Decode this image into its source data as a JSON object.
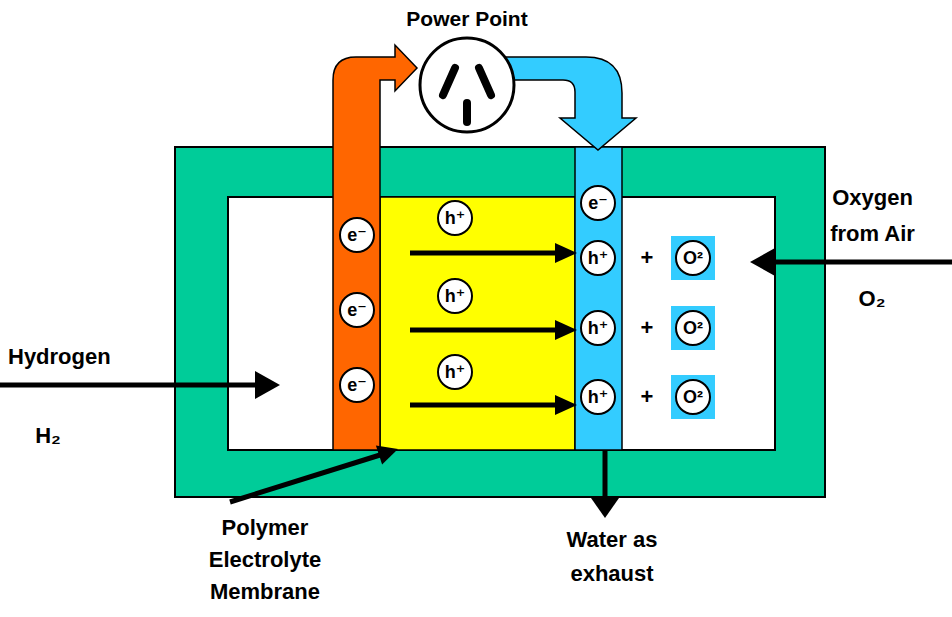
{
  "diagram": {
    "nodes": [
      {
        "text": [
          "Power Point"
        ]
      },
      {
        "text": [
          "e⁻"
        ]
      },
      {
        "text": [
          "h⁺"
        ]
      },
      {
        "text": [
          "e⁻"
        ]
      },
      {
        "text": [
          "h⁺"
        ]
      },
      {
        "text": [
          "O²"
        ]
      },
      {
        "text": [
          "e⁻"
        ]
      },
      {
        "text": [
          "h⁺"
        ]
      },
      {
        "text": [
          "h⁺"
        ]
      },
      {
        "text": [
          "O²"
        ]
      },
      {
        "text": [
          "e⁻"
        ]
      },
      {
        "text": [
          "h⁺"
        ]
      },
      {
        "text": [
          "h⁺"
        ]
      },
      {
        "text": [
          "O²"
        ]
      }
    ],
    "labels": [
      "Hydrogen",
      "H₂",
      "Oxygen from Air",
      "O₂",
      "+",
      "+",
      "+",
      "Polymer Electrolyte Membrane",
      "Water as exhaust"
    ]
  }
}
